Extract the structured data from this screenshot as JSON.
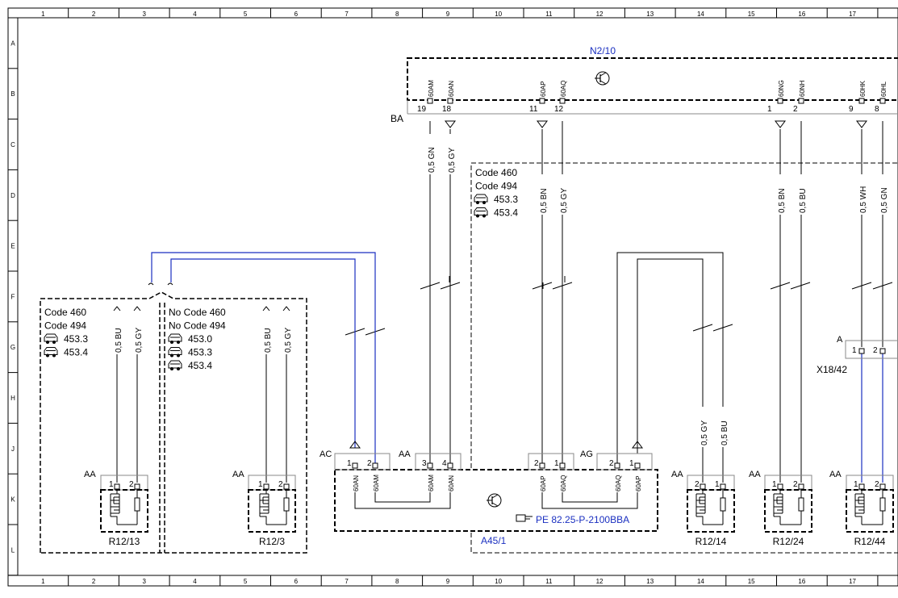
{
  "grid": {
    "columns": [
      "1",
      "2",
      "3",
      "4",
      "5",
      "6",
      "7",
      "8",
      "9",
      "10",
      "11",
      "12",
      "13",
      "14",
      "15",
      "16",
      "17"
    ],
    "rows": [
      "A",
      "B",
      "C",
      "D",
      "E",
      "F",
      "G",
      "H",
      "J",
      "K",
      "L"
    ]
  },
  "n2_10": {
    "title": "N2/10",
    "connector": "BA",
    "pins": [
      {
        "pin": "19",
        "wire": "60AM",
        "size": "0,5 GN"
      },
      {
        "pin": "18",
        "wire": "60AN",
        "size": "0,5 GY"
      },
      {
        "pin": "11",
        "wire": "60AP",
        "size": "0,5 BN"
      },
      {
        "pin": "12",
        "wire": "60AQ",
        "size": "0,5 GY"
      },
      {
        "pin": "1",
        "wire": "60NG",
        "size": "0,5 BN"
      },
      {
        "pin": "2",
        "wire": "60NH",
        "size": "0,5 BU"
      },
      {
        "pin": "9",
        "wire": "60HK",
        "size": "0,5 WH"
      },
      {
        "pin": "8",
        "wire": "60HL",
        "size": "0,5 GN"
      }
    ]
  },
  "variant_left": {
    "lines": [
      "Code 460",
      "Code 494",
      "453.3",
      "453.4"
    ],
    "wires": [
      "0,5 BU",
      "0,5 GY"
    ],
    "connector": "AA",
    "pins": [
      "1",
      "2"
    ],
    "component": "R12/13"
  },
  "variant_mid": {
    "lines": [
      "No Code 460",
      "No Code 494",
      "453.0",
      "453.3",
      "453.4"
    ],
    "wires": [
      "0,5 BU",
      "0,5 GY"
    ],
    "connector": "AA",
    "pins": [
      "1",
      "2"
    ],
    "component": "R12/3"
  },
  "a45_1": {
    "variant_lines": [
      "Code 460",
      "Code 494",
      "453.3",
      "453.4"
    ],
    "name": "A45/1",
    "reference": "PE 82.25-P-2100BBA",
    "connectors": [
      {
        "label": "AC",
        "pins": [
          "1",
          "2"
        ],
        "wires": [
          "60AN",
          "60AM"
        ]
      },
      {
        "label": "AA",
        "pins": [
          "3",
          "4"
        ],
        "wires": [
          "60AM",
          "60AN"
        ]
      },
      {
        "label": "",
        "pins": [
          "2",
          "1"
        ],
        "wires": [
          "60AP",
          "60AQ"
        ]
      },
      {
        "label": "AG",
        "pins": [
          "2",
          "1"
        ],
        "wires": [
          "60AQ",
          "60AP"
        ]
      }
    ]
  },
  "r12_14": {
    "connector": "AA",
    "pins": [
      "2",
      "1"
    ],
    "wires": [
      "0,5 GY",
      "0,5 BU"
    ],
    "component": "R12/14"
  },
  "r12_24": {
    "connector": "AA",
    "pins": [
      "1",
      "2"
    ],
    "component": "R12/24"
  },
  "r12_44": {
    "connector": "AA",
    "pins": [
      "1",
      "2"
    ],
    "component": "R12/44"
  },
  "x18_42": {
    "label": "X18/42",
    "connector": "A",
    "pins": [
      "1",
      "2"
    ]
  },
  "colors": {
    "line": "#000000",
    "wire_blue": "#1a2fc0",
    "label_blue": "#1a2fc0"
  }
}
